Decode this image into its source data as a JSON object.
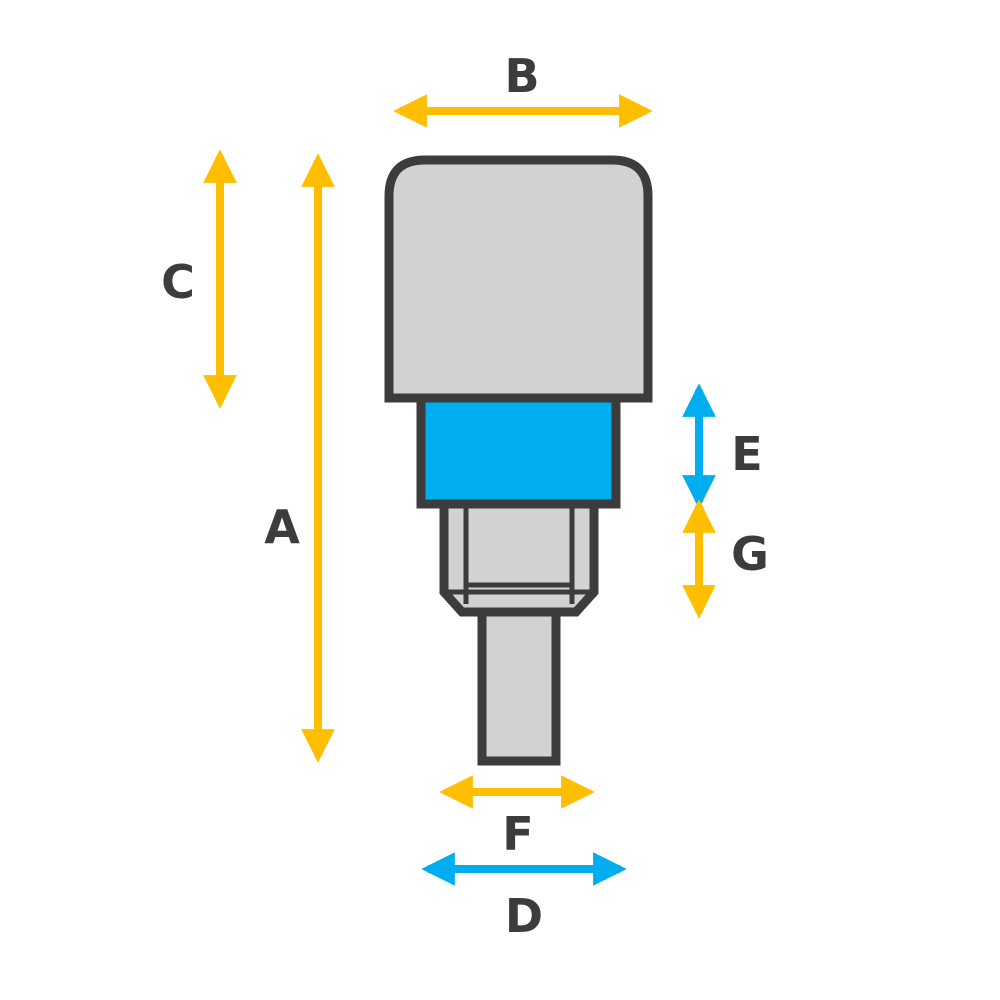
{
  "labels": {
    "a": "A",
    "b": "B",
    "c": "C",
    "d": "D",
    "e": "E",
    "f": "F",
    "g": "G"
  },
  "colors": {
    "yellow": "#FFBE00",
    "blue": "#00AEEF",
    "outline": "#3C3C3C",
    "gray": "#D3D2D2",
    "text": "#3C3C3C",
    "background": "#FFFFFF"
  },
  "icons": {
    "knob": "knob-icon",
    "blue_collar": "collar-icon",
    "thread": "thread-icon",
    "pin": "pin-icon"
  }
}
